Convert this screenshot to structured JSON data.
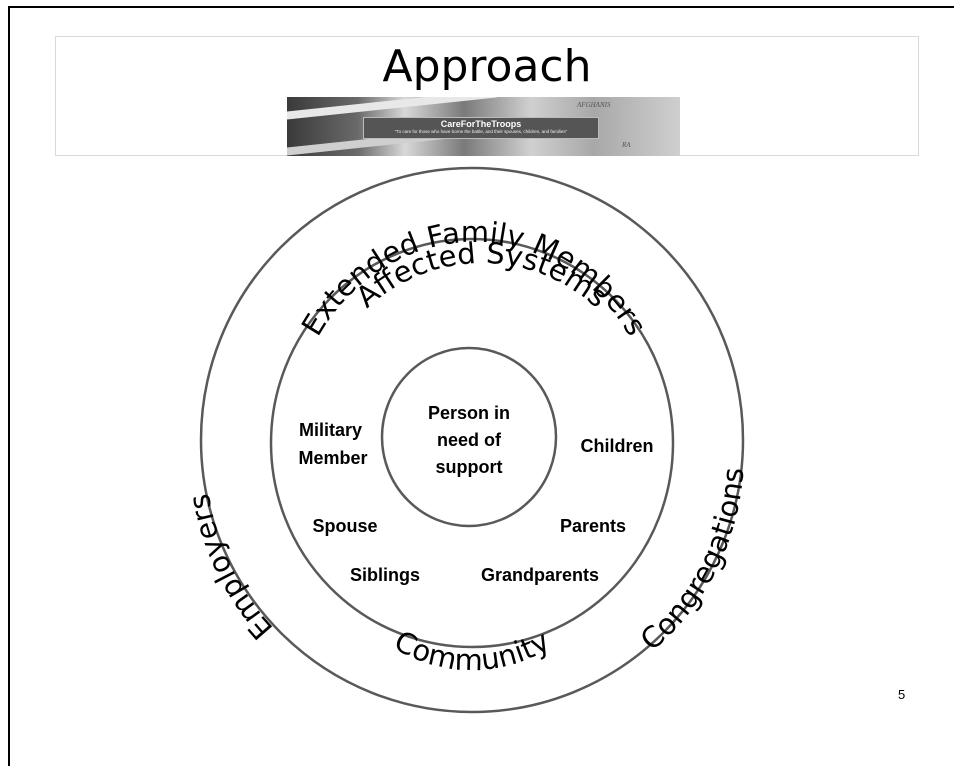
{
  "slide": {
    "title": "Approach",
    "page_number": "5"
  },
  "banner": {
    "name": "CareForTheTroops",
    "tagline": "\"To care for those who have borne the battle, and their spouses, children, and families\"",
    "map_labels": [
      "AFGHANIS",
      "RA"
    ]
  },
  "diagram": {
    "outer_ring": {
      "top": "Affected Systems",
      "left": "Employers",
      "right": "Congregations",
      "bottom": "Community"
    },
    "middle_ring": {
      "label": "Extended Family Members",
      "members": {
        "military_member": "Military Member",
        "children": "Children",
        "spouse": "Spouse",
        "parents": "Parents",
        "siblings": "Siblings",
        "grandparents": "Grandparents"
      }
    },
    "center": {
      "line1": "Person in",
      "line2": "need of",
      "line3": "support"
    }
  }
}
